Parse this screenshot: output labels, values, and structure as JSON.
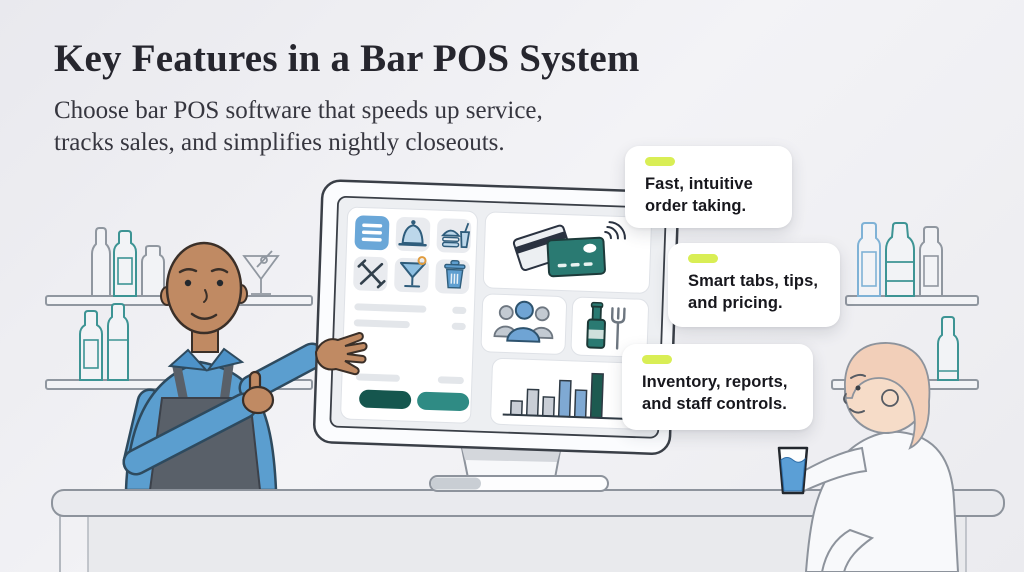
{
  "header": {
    "title": "Key Features in a Bar POS System",
    "subtitle_line1": "Choose bar POS software that speeds up service,",
    "subtitle_line2": "tracks sales, and simplifies nightly closeouts."
  },
  "callouts": [
    {
      "id": "order-taking",
      "line1": "Fast, intuitive",
      "line2": "order taking."
    },
    {
      "id": "tabs-pricing",
      "line1": "Smart tabs, tips,",
      "line2": "and pricing."
    },
    {
      "id": "inventory-reports",
      "line1": "Inventory, reports,",
      "line2": "and staff controls."
    }
  ],
  "colors": {
    "background_start": "#e9e9ee",
    "background_end": "#f3f3f6",
    "title_text": "#26262e",
    "subtitle_text": "#36363f",
    "callout_text": "#17171d",
    "highlight": "#d9ee55",
    "card_bg": "#ffffff",
    "teal_dark": "#15564e",
    "teal": "#2f8b84",
    "blue_button": "#6aa7d8",
    "chart_gray": "#c9ced6",
    "chart_blue": "#7fa9d3",
    "chart_teal": "#1d5a50",
    "monitor_outline": "#3a3f47",
    "shirt_blue": "#5b9ecf",
    "apron_gray": "#596069",
    "skin_bartender": "#c08a63",
    "skin_customer": "#f6dcc8",
    "bottle_teal": "#3d9494",
    "bottle_blue": "#7fb2d6",
    "line_gray": "#8d939c",
    "water_blue": "#5b9fd6"
  },
  "illustration": {
    "pos_screen": {
      "menu_tiles": [
        "menu-list-icon",
        "cloche-icon",
        "burger-drink-icon",
        "utensils-icon",
        "cocktail-icon",
        "trash-icon"
      ],
      "feature_tiles": [
        "contactless-payment-cards-icon",
        "customer-group-icon",
        "bottle-and-fork-icon",
        "sales-bar-chart"
      ],
      "chart_bar_heights": [
        14,
        26,
        19,
        36,
        27,
        44
      ],
      "action_button_count": 2
    },
    "scene": [
      "bar-shelves-with-bottles",
      "martini-glass",
      "bartender-thumbs-up",
      "bar-counter",
      "monitor-on-stand",
      "customer-at-counter",
      "water-glass"
    ]
  }
}
